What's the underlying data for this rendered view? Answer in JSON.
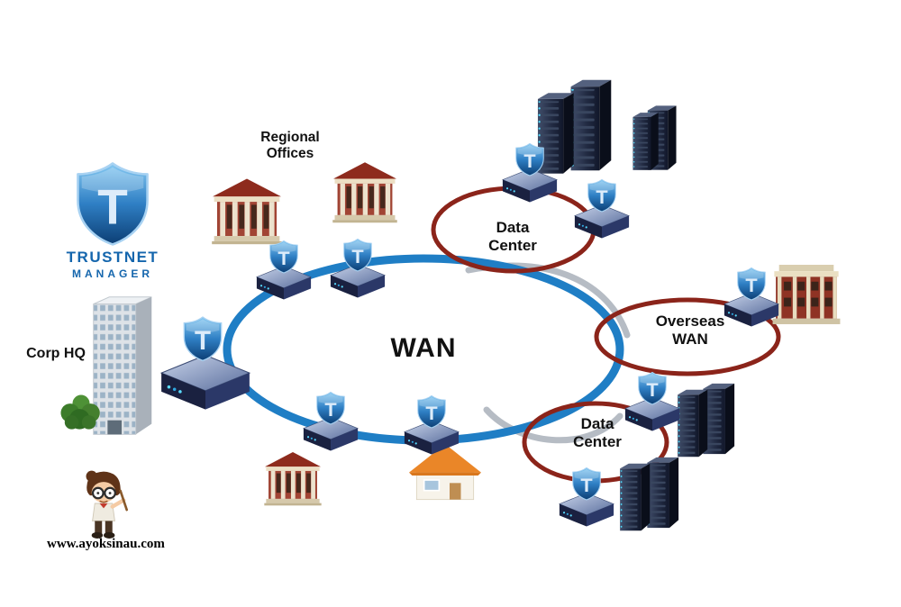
{
  "logo": {
    "line1": "TRUSTNET",
    "line2": "MANAGER"
  },
  "labels": {
    "regional_offices": "Regional Offices",
    "corp_hq": "Corp HQ",
    "wan": "WAN",
    "data_center_top": "Data Center",
    "overseas_wan": "Overseas WAN",
    "data_center_bottom": "Data Center"
  },
  "watermark": "www.ayoksinau.com",
  "colors": {
    "wan_ring": "#1f7ec5",
    "site_ring": "#8b241a",
    "silver_link": "#b6bcc4",
    "label_text": "#111111",
    "logo_text": "#1566ad"
  },
  "icons": {
    "shield": "security-shield-icon",
    "router": "router-device-icon",
    "server": "server-tower-icon",
    "building": "office-building-icon",
    "skyscraper": "corp-hq-tower-icon",
    "house": "home-office-icon",
    "bush": "bush-icon",
    "mascot": "mascot-icon"
  }
}
